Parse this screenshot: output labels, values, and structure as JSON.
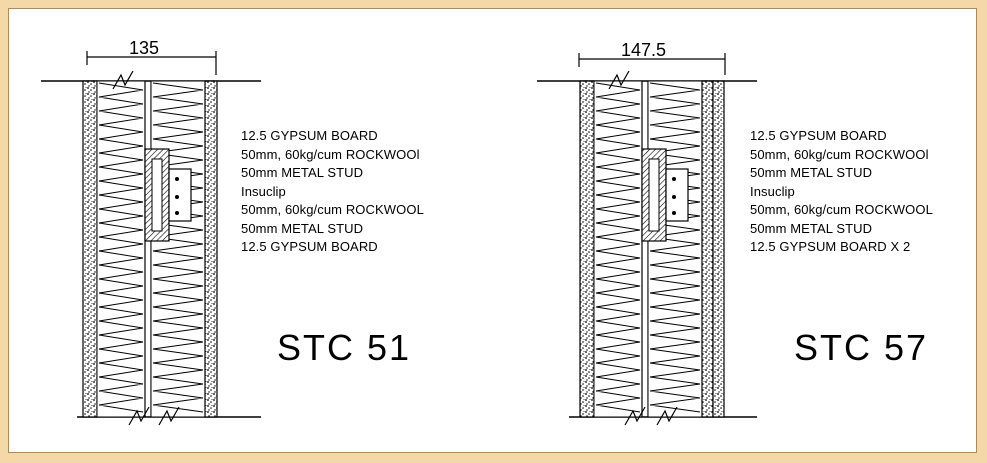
{
  "left": {
    "dimension": "135",
    "layers": [
      "12.5 GYPSUM BOARD",
      "50mm, 60kg/cum ROCKWOOl",
      "50mm METAL STUD",
      "Insuclip",
      "50mm, 60kg/cum ROCKWOOL",
      "50mm METAL STUD",
      "12.5 GYPSUM BOARD"
    ],
    "rating": "STC  51"
  },
  "right": {
    "dimension": "147.5",
    "layers": [
      "12.5 GYPSUM BOARD",
      "50mm, 60kg/cum ROCKWOOl",
      "50mm METAL STUD",
      "Insuclip",
      "50mm, 60kg/cum ROCKWOOL",
      "50mm METAL STUD",
      "12.5 GYPSUM BOARD X 2"
    ],
    "rating": "STC  57"
  },
  "colors": {
    "page_border": "#f4d8a8",
    "line": "#000000"
  }
}
